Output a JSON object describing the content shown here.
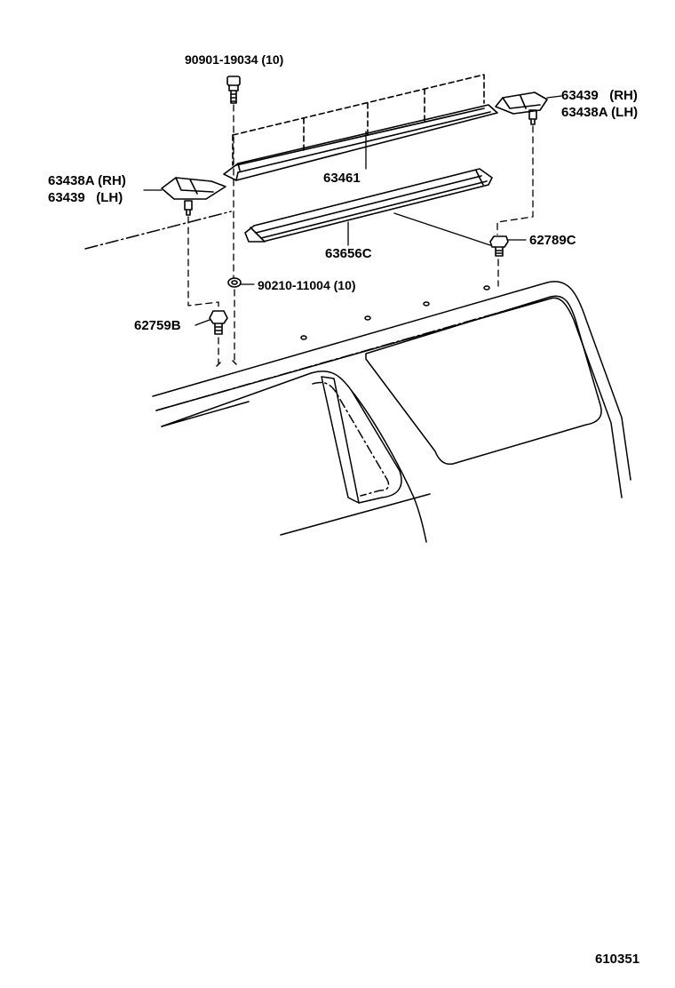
{
  "labels": {
    "bolt_top": "90901-19034 (10)",
    "rh_upper_1": "63439   (RH)",
    "rh_upper_2": "63438A (LH)",
    "cover_left_1": "63438A (RH)",
    "cover_left_2": "63439   (LH)",
    "rail_main": "63461",
    "rail_lower": "63656C",
    "clip_right": "62789C",
    "nut": "90210-11004 (10)",
    "clip_left": "62759B",
    "diagram_code": "610351"
  }
}
